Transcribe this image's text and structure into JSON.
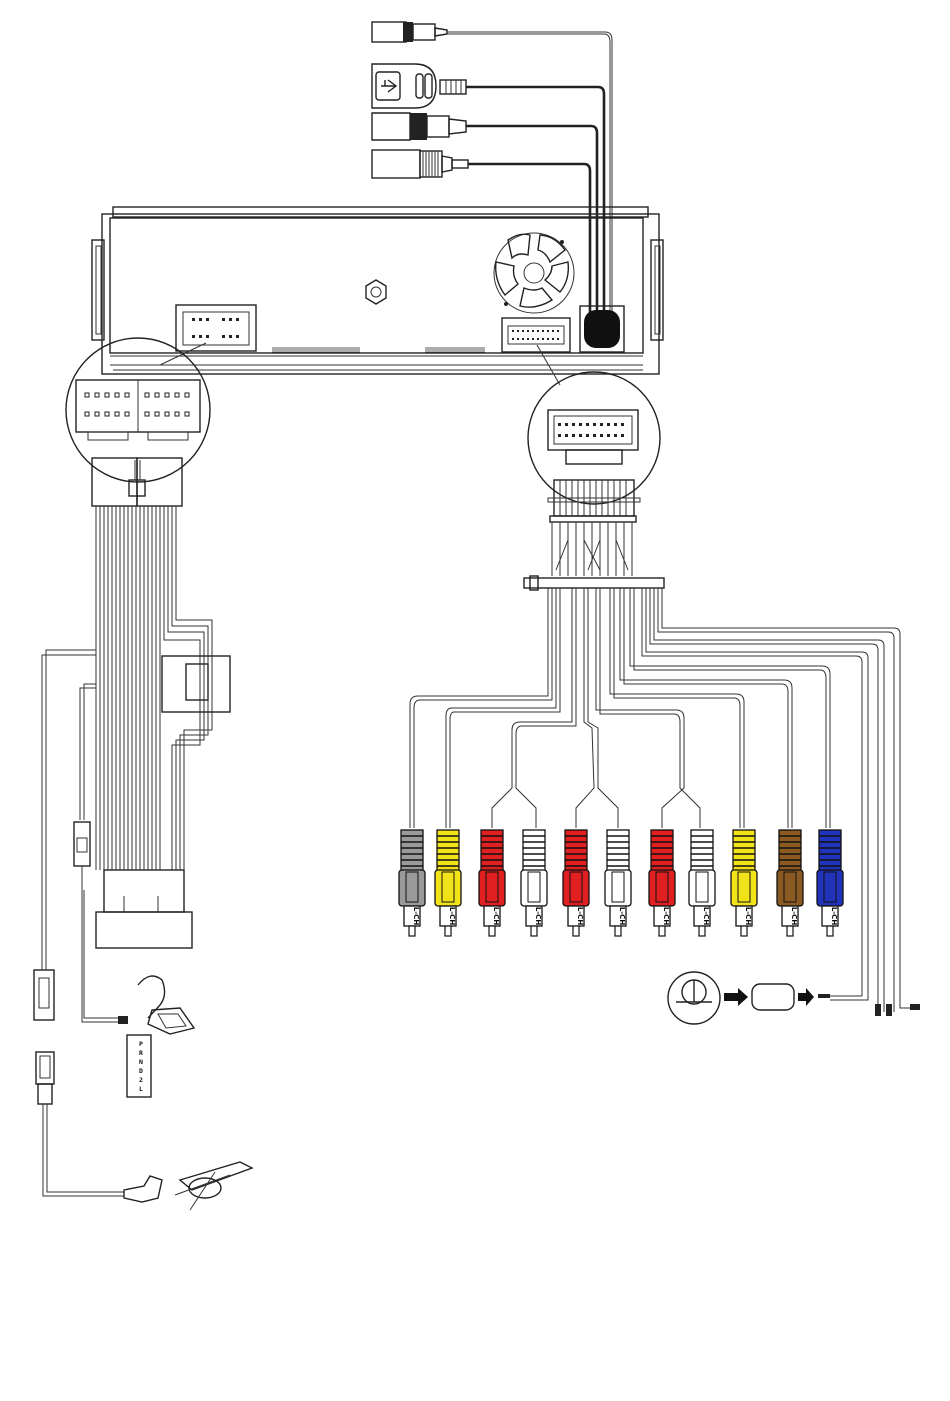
{
  "rca_label": "L-CH",
  "shift_positions": [
    "P",
    "R",
    "N",
    "D",
    "2",
    "L"
  ],
  "rca_plugs": [
    {
      "id": "rca-1",
      "color": "#9a9a9a"
    },
    {
      "id": "rca-2",
      "color": "#f2e21a"
    },
    {
      "id": "rca-3",
      "color": "#e02020"
    },
    {
      "id": "rca-4",
      "color": "#ffffff"
    },
    {
      "id": "rca-5",
      "color": "#e02020"
    },
    {
      "id": "rca-6",
      "color": "#ffffff"
    },
    {
      "id": "rca-7",
      "color": "#e02020"
    },
    {
      "id": "rca-8",
      "color": "#ffffff"
    },
    {
      "id": "rca-9",
      "color": "#f2e21a"
    },
    {
      "id": "rca-10",
      "color": "#8a5a22"
    },
    {
      "id": "rca-11",
      "color": "#2233bb"
    }
  ]
}
